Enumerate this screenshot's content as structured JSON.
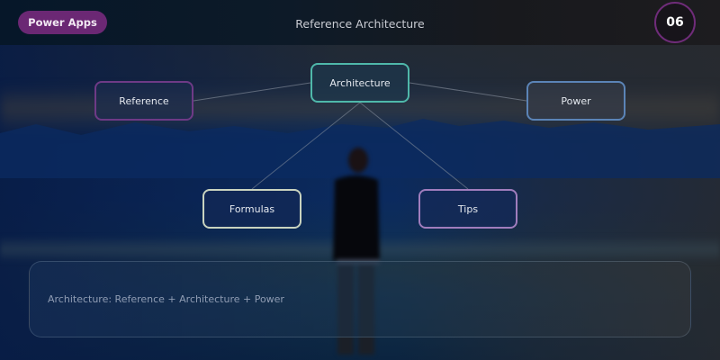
{
  "header": {
    "app_label": "Power Apps",
    "title": "Reference Architecture",
    "page_number": "06"
  },
  "diagram": {
    "center": {
      "label": "Architecture",
      "color": "#4fb8aa"
    },
    "nodes": [
      {
        "id": "reference",
        "label": "Reference",
        "color": "#6e3a86"
      },
      {
        "id": "power",
        "label": "Power",
        "color": "#5b84b7"
      },
      {
        "id": "formulas",
        "label": "Formulas",
        "color": "#c9d3bf"
      },
      {
        "id": "tips",
        "label": "Tips",
        "color": "#a07dbd"
      }
    ],
    "connector_color": "#8a93a0"
  },
  "summary": {
    "text": "Architecture: Reference + Architecture + Power"
  },
  "colors": {
    "brand_pill": "#6b2874",
    "badge_border": "#6f2c79"
  }
}
